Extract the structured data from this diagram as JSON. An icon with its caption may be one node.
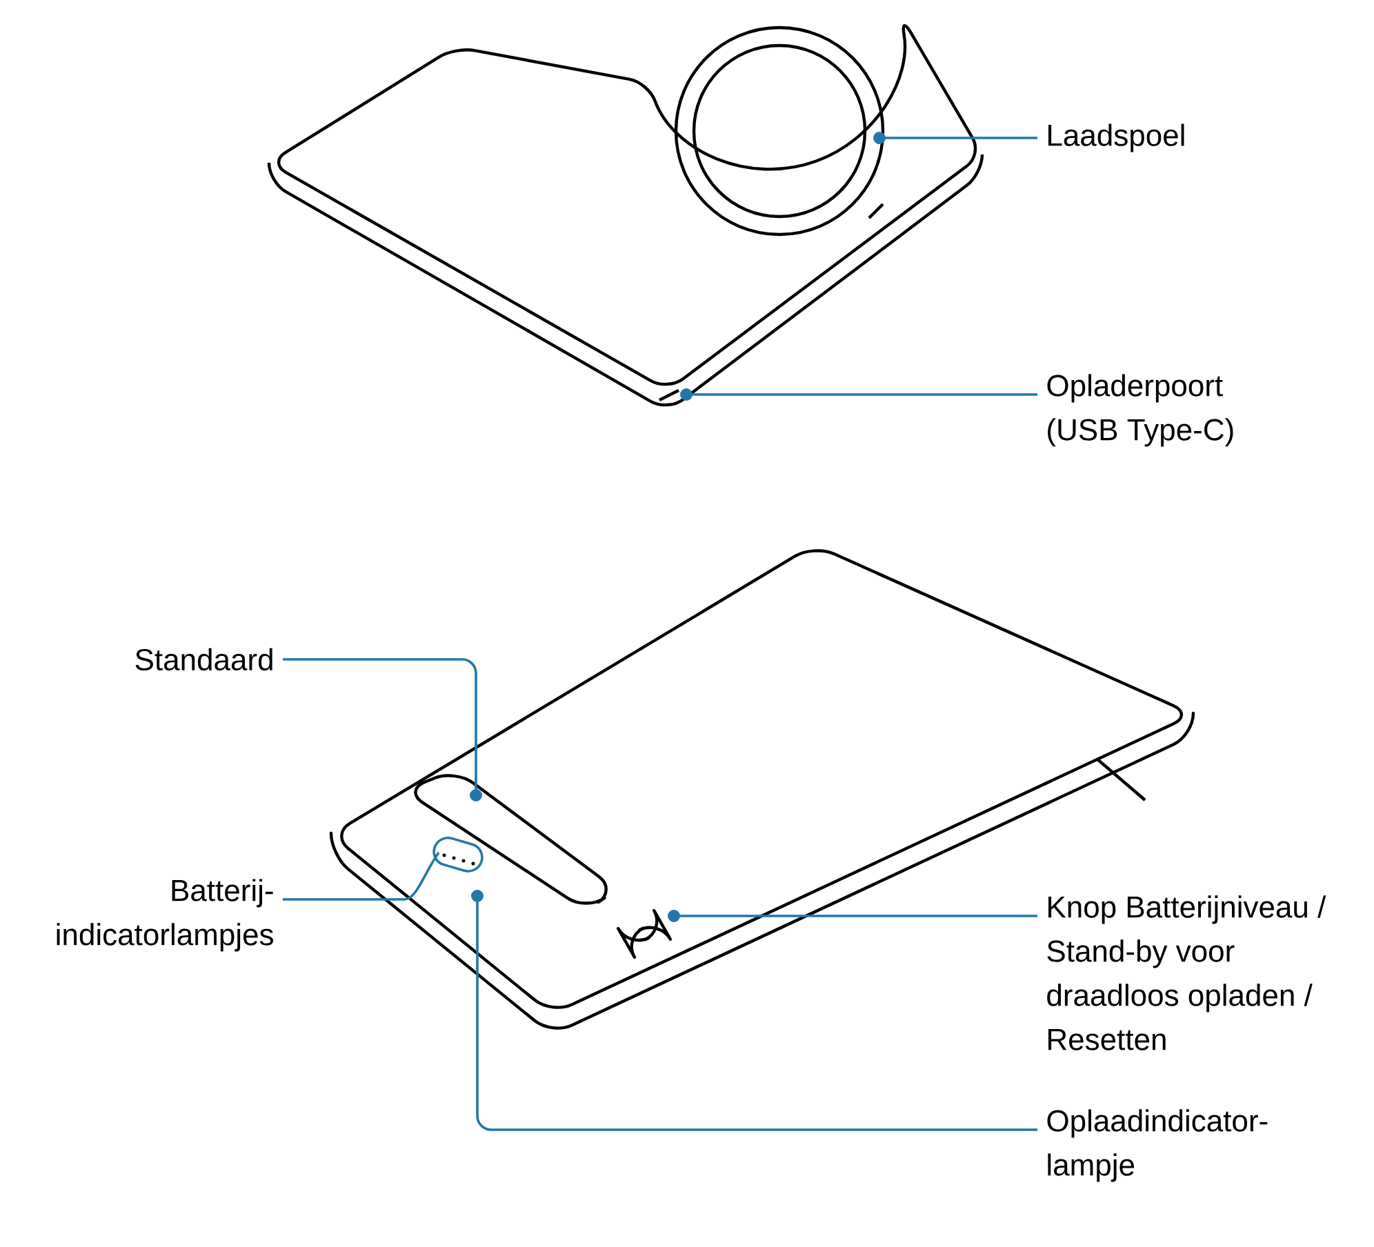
{
  "diagram": {
    "nodes": [
      {
        "text": [
          "Laadspoel"
        ]
      },
      {
        "text": [
          "Opladerpoort (USB Type-C)"
        ]
      },
      {
        "text": [
          "Standaard"
        ]
      },
      {
        "text": [
          "Batterij- indicatorlampjes"
        ]
      },
      {
        "text": [
          "Knop Batterijniveau / Stand-by voor draadloos opladen / Resetten"
        ]
      },
      {
        "text": [
          "Oplaadindicator- lampje"
        ]
      }
    ],
    "edges": [
      {
        "from": 0,
        "to": null,
        "arrow": "other"
      },
      {
        "from": 1,
        "to": null,
        "arrow": "other"
      },
      {
        "from": 2,
        "to": null,
        "arrow": "other"
      },
      {
        "from": 3,
        "to": null,
        "arrow": "none"
      },
      {
        "from": 4,
        "to": null,
        "arrow": "other"
      },
      {
        "from": 5,
        "to": null,
        "arrow": "other"
      }
    ]
  }
}
